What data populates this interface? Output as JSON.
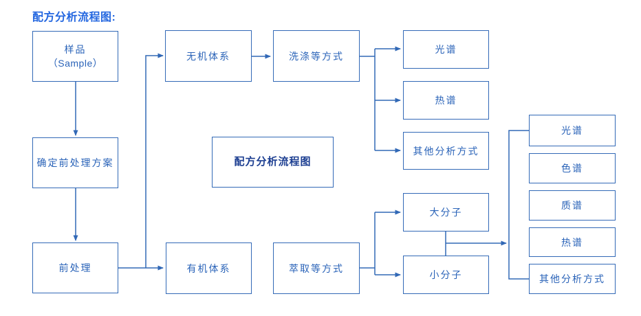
{
  "title": "配方分析流程图:",
  "colors": {
    "line": "#3168b6",
    "box_border": "#3168b6",
    "box_text": "#2a63b8",
    "title_text": "#2467e0",
    "center_text": "#1c3e91",
    "background": "#ffffff"
  },
  "nodes": {
    "sample": {
      "line1": "样品",
      "line2": "（Sample）"
    },
    "plan": {
      "label": "确定前处理方案"
    },
    "pretreat": {
      "label": "前处理"
    },
    "inorganic": {
      "label": "无机体系"
    },
    "washing": {
      "label": "洗涤等方式"
    },
    "center": {
      "label": "配方分析流程图"
    },
    "organic": {
      "label": "有机体系"
    },
    "extraction": {
      "label": "萃取等方式"
    },
    "spectrum_top": {
      "label": "光谱"
    },
    "thermal_top": {
      "label": "热谱"
    },
    "other_top": {
      "label": "其他分析方式"
    },
    "macro": {
      "label": "大分子"
    },
    "micro": {
      "label": "小分子"
    },
    "spectrum_right": {
      "label": "光谱"
    },
    "chromatography": {
      "label": "色谱"
    },
    "mass": {
      "label": "质谱"
    },
    "thermal_right": {
      "label": "热谱"
    },
    "other_right": {
      "label": "其他分析方式"
    }
  }
}
